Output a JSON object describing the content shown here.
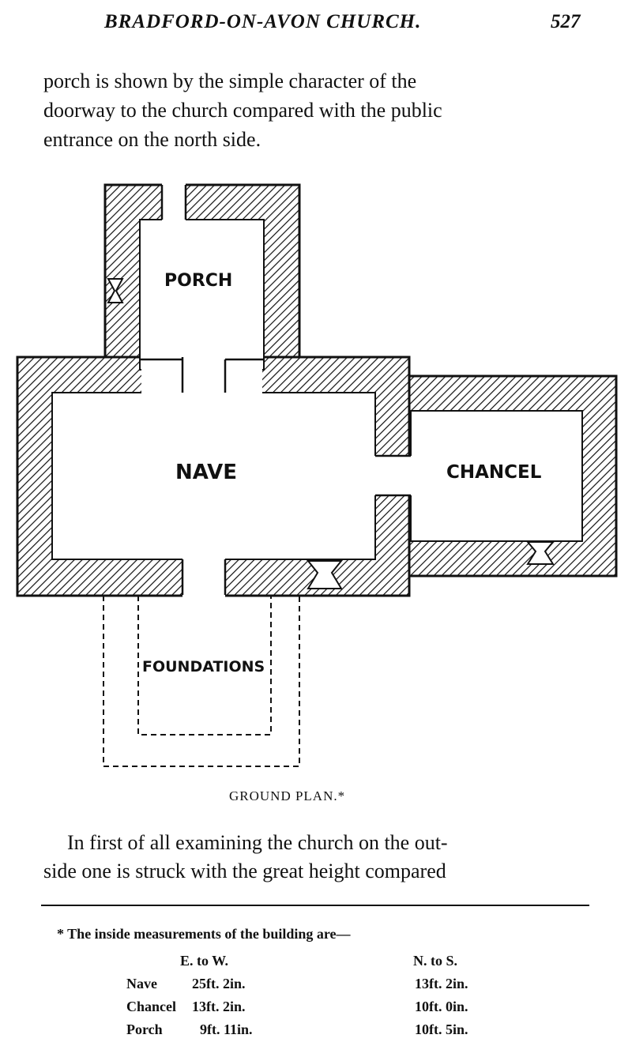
{
  "header": {
    "running_title": "BRADFORD-ON-AVON CHURCH.",
    "page_number": "527"
  },
  "paragraph_1": [
    "porch is shown by the simple character of the",
    "doorway to the church compared with the public",
    "entrance on the north side."
  ],
  "figure": {
    "labels": {
      "porch": "PORCH",
      "nave": "NAVE",
      "chancel": "CHANCEL",
      "foundations": "FOUNDATIONS"
    },
    "caption": "GROUND PLAN.*"
  },
  "paragraph_2": [
    "In first of all examining the church on the out-",
    "side one is struck with the great height compared"
  ],
  "footnote": {
    "intro": "* The inside measurements of the building are—",
    "col_headers": [
      "E. to W.",
      "N. to S."
    ],
    "rows": [
      {
        "name": "Nave",
        "ew": "25ft.  2in.",
        "ns": "13ft. 2in."
      },
      {
        "name": "Chancel",
        "ew": "13ft.  2in.",
        "ns": "10ft. 0in."
      },
      {
        "name": "Porch",
        "ew": "9ft. 11in.",
        "ns": "10ft. 5in."
      }
    ]
  }
}
